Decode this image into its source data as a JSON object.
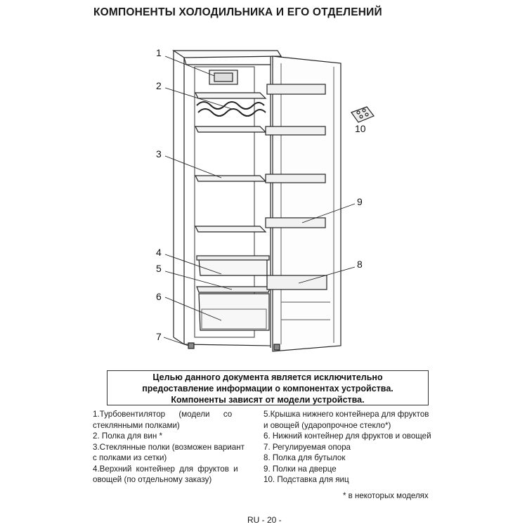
{
  "title": "КОМПОНЕНТЫ ХОЛОДИЛЬНИКА И ЕГО ОТДЕЛЕНИЙ",
  "callouts": [
    "1",
    "2",
    "3",
    "4",
    "5",
    "6",
    "7",
    "8",
    "9",
    "10"
  ],
  "notice": [
    "Целью данного документа является исключительно",
    "предоставление информации о компонентах устройства.",
    "Компоненты зависят от модели устройства."
  ],
  "legend_left": [
    {
      "line1": "1.Турбовентилятор      (модели      со",
      "line2": "стеклянными полками)"
    },
    {
      "line1": "2. Полка для вин *",
      "line2": ""
    },
    {
      "line1": "3.Стеклянные полки (возможен вариант",
      "line2": "с полками из сетки)"
    },
    {
      "line1": "4.Верхний контейнер для фруктов и",
      "line2": "овощей (по отдельному заказу)"
    }
  ],
  "legend_right": [
    {
      "line1": "5.Крышка нижнего контейнера для фруктов",
      "line2": "и овощей (ударопрочное стекло*)"
    },
    {
      "line1": "6. Нижний контейнер для фруктов и овощей",
      "line2": ""
    },
    {
      "line1": "7. Регулируемая опора",
      "line2": ""
    },
    {
      "line1": "8. Полка для бутылок",
      "line2": ""
    },
    {
      "line1": "9. Полки на дверце",
      "line2": ""
    },
    {
      "line1": "10. Подставка для яиц",
      "line2": ""
    }
  ],
  "footnote": "* в некоторых моделях",
  "page": "RU - 20 -"
}
